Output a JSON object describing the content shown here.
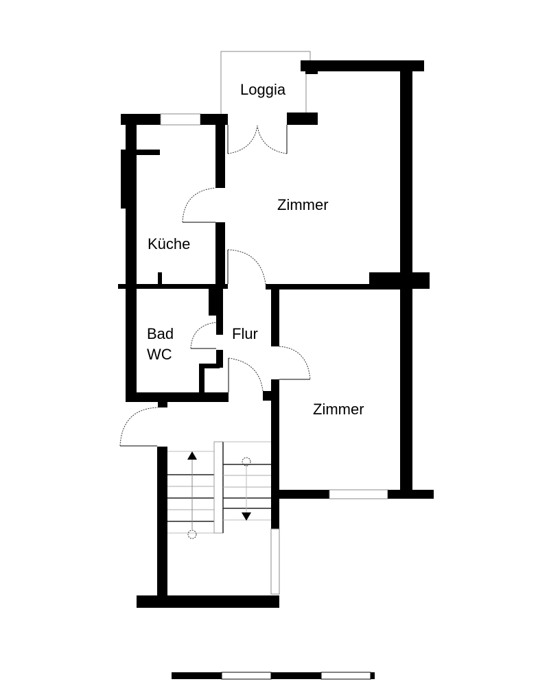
{
  "plan": {
    "rooms": [
      {
        "id": "loggia",
        "label": "Loggia"
      },
      {
        "id": "zimmer-1",
        "label": "Zimmer"
      },
      {
        "id": "kueche",
        "label": "Küche"
      },
      {
        "id": "bad",
        "label": "Bad"
      },
      {
        "id": "wc",
        "label": "WC"
      },
      {
        "id": "flur",
        "label": "Flur"
      },
      {
        "id": "zimmer-2",
        "label": "Zimmer"
      }
    ],
    "stairs": {
      "up_arrow": "arrow-up",
      "down_arrow": "arrow-down"
    },
    "scale_bar": {
      "segments": 4,
      "colors": [
        "#000000",
        "#ffffff",
        "#000000",
        "#ffffff"
      ]
    },
    "colors": {
      "wall": "#000000",
      "background": "#ffffff"
    }
  }
}
